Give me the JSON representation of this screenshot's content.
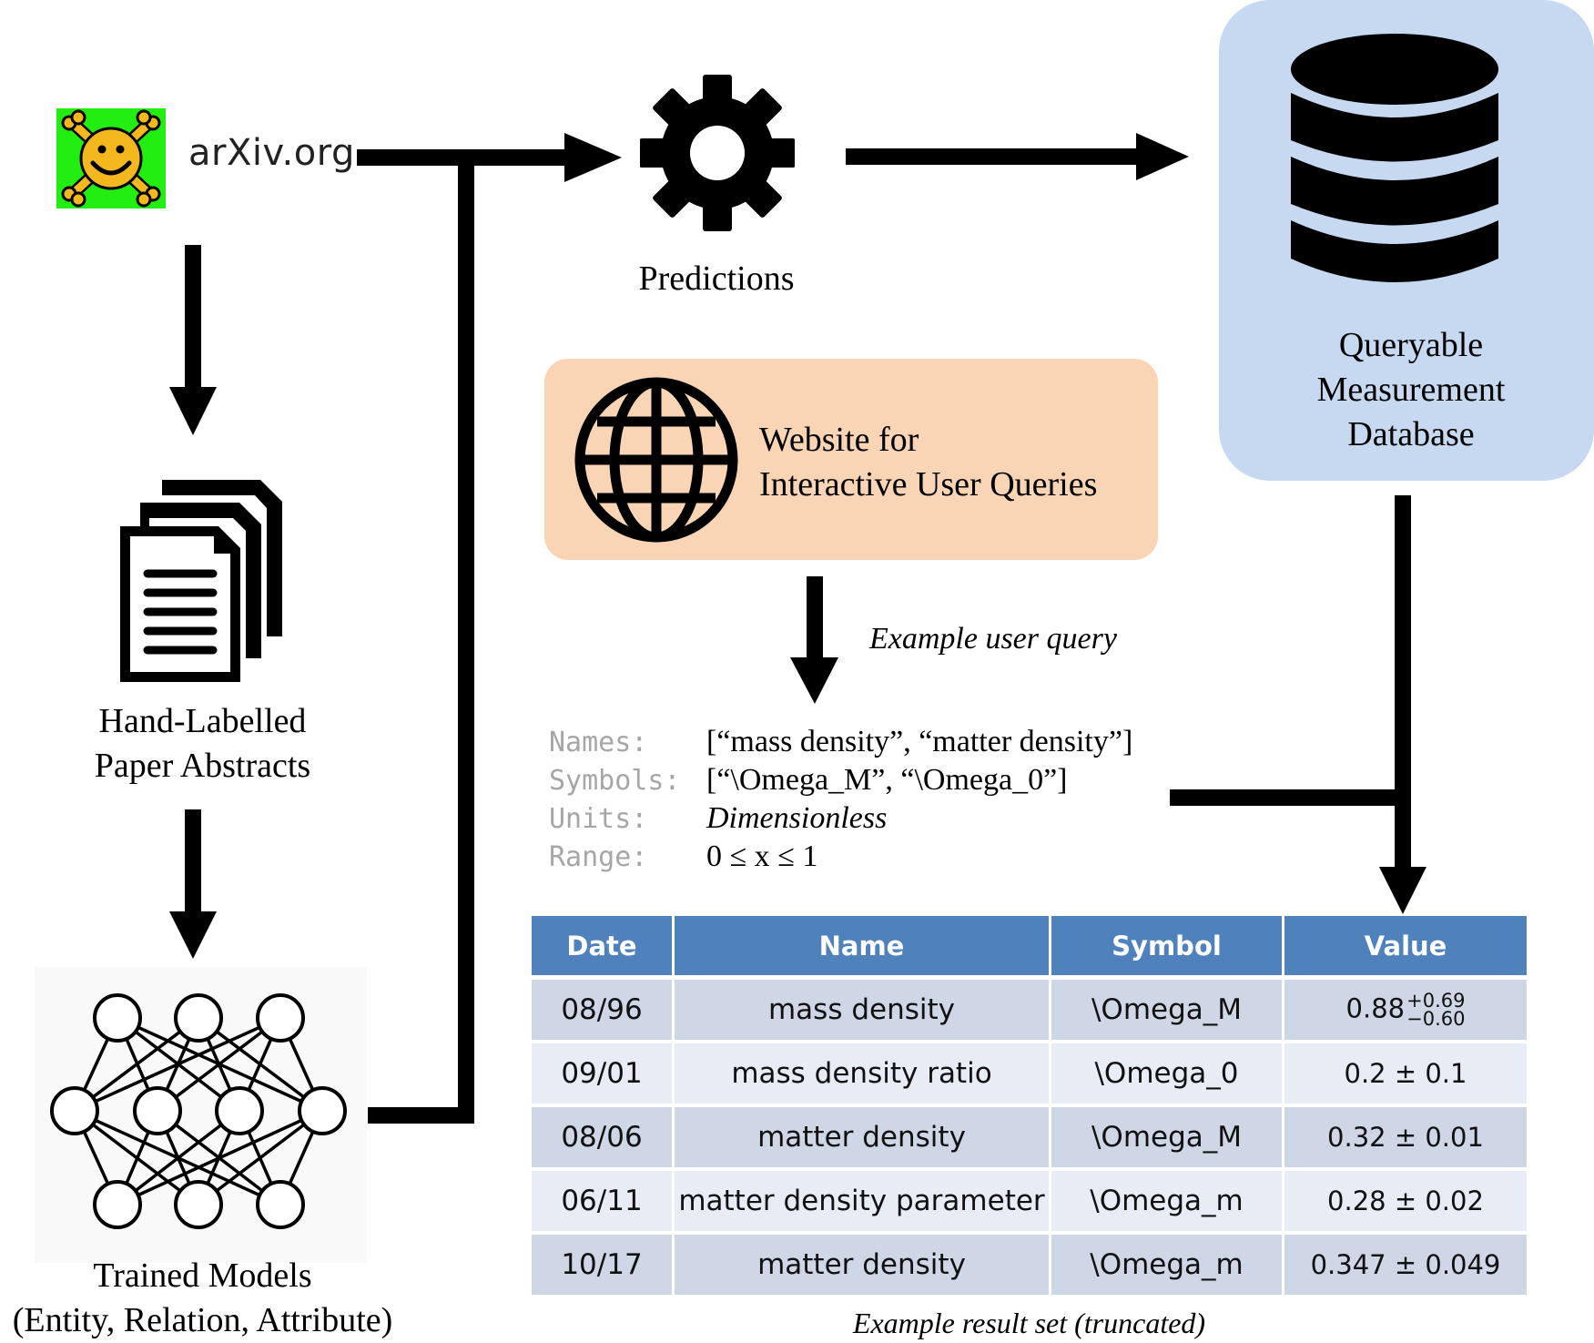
{
  "source": {
    "label": "arXiv.org",
    "logo_icon": "arxiv-skull-smiley-logo",
    "logo_bg_color": "#22ee11"
  },
  "nodes": {
    "predictions": {
      "label": "Predictions",
      "icon": "gear-icon"
    },
    "hand_labelled": {
      "line1": "Hand-Labelled",
      "line2": "Paper Abstracts",
      "icon": "documents-icon"
    },
    "trained_models": {
      "line1": "Trained Models",
      "line2": "(Entity, Relation, Attribute)",
      "icon": "neural-network-icon"
    },
    "website": {
      "line1": "Website for",
      "line2": "Interactive User Queries",
      "icon": "globe-icon",
      "bg_color": "#fad5b5"
    },
    "database": {
      "line1": "Queryable",
      "line2": "Measurement",
      "line3": "Database",
      "icon": "database-icon",
      "bg_color": "#c6d9f0"
    }
  },
  "query": {
    "label": "Example user query",
    "fields": [
      {
        "key": "Names:",
        "value": "[“mass density”, “matter density”]"
      },
      {
        "key": "Symbols:",
        "value": "[“\\Omega_M”, “\\Omega_0”]"
      },
      {
        "key": "Units:",
        "value": "Dimensionless"
      },
      {
        "key": "Range:",
        "value": "0 ≤ x ≤ 1"
      }
    ]
  },
  "results": {
    "header_color": "#4f81bd",
    "columns": [
      "Date",
      "Name",
      "Symbol",
      "Value"
    ],
    "rows": [
      {
        "date": "08/96",
        "name": "mass density",
        "symbol": "\\Omega_M",
        "value": "0.88",
        "err_plus": "+0.69",
        "err_minus": "−0.60"
      },
      {
        "date": "09/01",
        "name": "mass density ratio",
        "symbol": "\\Omega_0",
        "value": "0.2 ± 0.1"
      },
      {
        "date": "08/06",
        "name": "matter density",
        "symbol": "\\Omega_M",
        "value": "0.32 ± 0.01"
      },
      {
        "date": "06/11",
        "name": "matter density parameter",
        "symbol": "\\Omega_m",
        "value": "0.28 ± 0.02"
      },
      {
        "date": "10/17",
        "name": "matter density",
        "symbol": "\\Omega_m",
        "value": "0.347 ± 0.049"
      }
    ],
    "caption": "Example result set (truncated)"
  }
}
